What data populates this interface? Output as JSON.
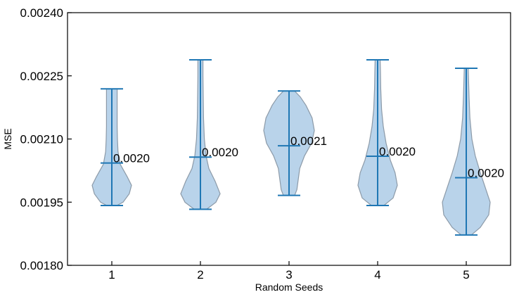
{
  "chart_data": {
    "type": "violin",
    "title": "",
    "xlabel": "Random Seeds",
    "ylabel": "MSE",
    "ylim": [
      0.0018,
      0.0024
    ],
    "yticks": [
      0.0018,
      0.00195,
      0.0021,
      0.00225,
      0.0024
    ],
    "ytick_labels": [
      "0.00180",
      "0.00195",
      "0.00210",
      "0.00225",
      "0.00240"
    ],
    "categories": [
      "1",
      "2",
      "3",
      "4",
      "5"
    ],
    "grid": false,
    "colors": {
      "fill": "#b9d3ea",
      "edge": "#8c9aa8",
      "line": "#1f77b4"
    },
    "violins": [
      {
        "category": "1",
        "min": 0.001942,
        "max": 0.002219,
        "mean": 0.002043,
        "label": "0.0020",
        "profile": [
          [
            0.001942,
            0.18
          ],
          [
            0.00195,
            0.4
          ],
          [
            0.00197,
            0.62
          ],
          [
            0.00199,
            0.7
          ],
          [
            0.00201,
            0.55
          ],
          [
            0.00204,
            0.3
          ],
          [
            0.00207,
            0.22
          ],
          [
            0.0021,
            0.2
          ],
          [
            0.00213,
            0.19
          ],
          [
            0.00216,
            0.19
          ],
          [
            0.002219,
            0.19
          ]
        ]
      },
      {
        "category": "2",
        "min": 0.001933,
        "max": 0.002288,
        "mean": 0.002057,
        "label": "0.0020",
        "profile": [
          [
            0.001933,
            0.22
          ],
          [
            0.00195,
            0.55
          ],
          [
            0.00197,
            0.7
          ],
          [
            0.002,
            0.52
          ],
          [
            0.00203,
            0.3
          ],
          [
            0.00206,
            0.2
          ],
          [
            0.0021,
            0.14
          ],
          [
            0.00215,
            0.11
          ],
          [
            0.0022,
            0.1
          ],
          [
            0.00225,
            0.09
          ],
          [
            0.002288,
            0.09
          ]
        ]
      },
      {
        "category": "3",
        "min": 0.001966,
        "max": 0.002214,
        "mean": 0.002084,
        "label": "0.0021",
        "profile": [
          [
            0.001966,
            0.2
          ],
          [
            0.00198,
            0.28
          ],
          [
            0.002,
            0.32
          ],
          [
            0.00203,
            0.38
          ],
          [
            0.00206,
            0.55
          ],
          [
            0.00209,
            0.8
          ],
          [
            0.00212,
            0.9
          ],
          [
            0.00215,
            0.82
          ],
          [
            0.00218,
            0.6
          ],
          [
            0.0022,
            0.4
          ],
          [
            0.002214,
            0.2
          ]
        ]
      },
      {
        "category": "4",
        "min": 0.001942,
        "max": 0.002288,
        "mean": 0.002059,
        "label": "0.0020",
        "profile": [
          [
            0.001942,
            0.22
          ],
          [
            0.00196,
            0.55
          ],
          [
            0.00199,
            0.7
          ],
          [
            0.00202,
            0.62
          ],
          [
            0.00205,
            0.45
          ],
          [
            0.00209,
            0.3
          ],
          [
            0.00213,
            0.2
          ],
          [
            0.00217,
            0.14
          ],
          [
            0.00222,
            0.11
          ],
          [
            0.00226,
            0.1
          ],
          [
            0.002288,
            0.09
          ]
        ]
      },
      {
        "category": "5",
        "min": 0.001872,
        "max": 0.002268,
        "mean": 0.002008,
        "label": "0.0020",
        "profile": [
          [
            0.001872,
            0.18
          ],
          [
            0.00189,
            0.5
          ],
          [
            0.00192,
            0.8
          ],
          [
            0.00195,
            0.85
          ],
          [
            0.00198,
            0.7
          ],
          [
            0.00202,
            0.5
          ],
          [
            0.00206,
            0.32
          ],
          [
            0.0021,
            0.2
          ],
          [
            0.00215,
            0.13
          ],
          [
            0.0022,
            0.1
          ],
          [
            0.002268,
            0.07
          ]
        ]
      }
    ]
  }
}
